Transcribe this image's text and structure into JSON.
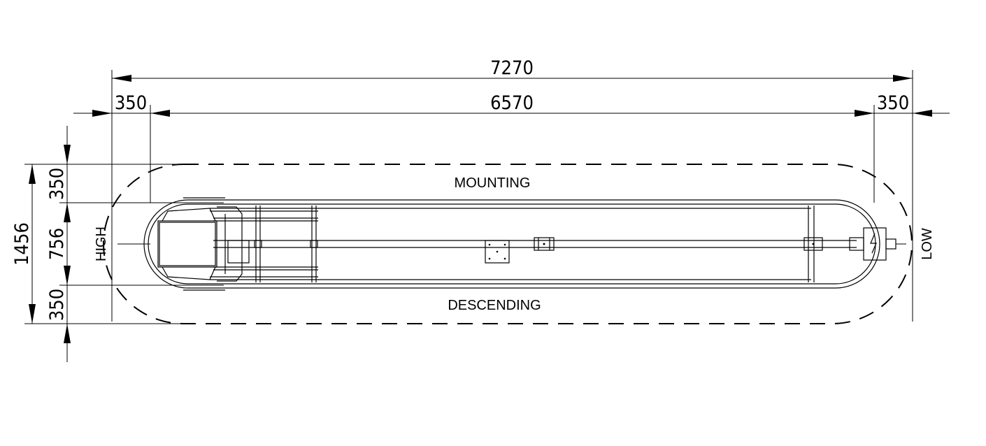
{
  "dimensions": {
    "overall_length": "7270",
    "end_clearance_left": "350",
    "track_length": "6570",
    "end_clearance_right": "350",
    "overall_width": "1456",
    "side_clearance_top": "350",
    "track_width": "756",
    "side_clearance_bottom": "350"
  },
  "labels": {
    "mounting": "MOUNTING",
    "descending": "DESCENDING",
    "high": "HIGH",
    "low": "LOW"
  }
}
